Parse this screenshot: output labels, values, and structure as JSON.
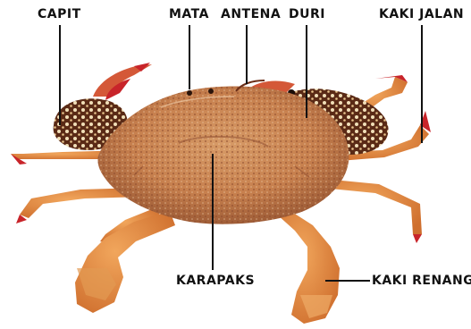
{
  "diagram": {
    "labels": {
      "capit": "CAPIT",
      "mata": "MATA",
      "antena": "ANTENA",
      "duri": "DURI",
      "kaki_jalan": "KAKI JALAN",
      "karapaks": "KARAPAKS",
      "kaki_renang": "KAKI RENANG"
    },
    "colors": {
      "shell": "#c9804e",
      "shell_texture": "#a65a3c",
      "claw": "#d87a3a",
      "claw_tip": "#c8242a",
      "leg": "#e0893f",
      "label_text": "#111111",
      "background": "#ffffff"
    }
  }
}
